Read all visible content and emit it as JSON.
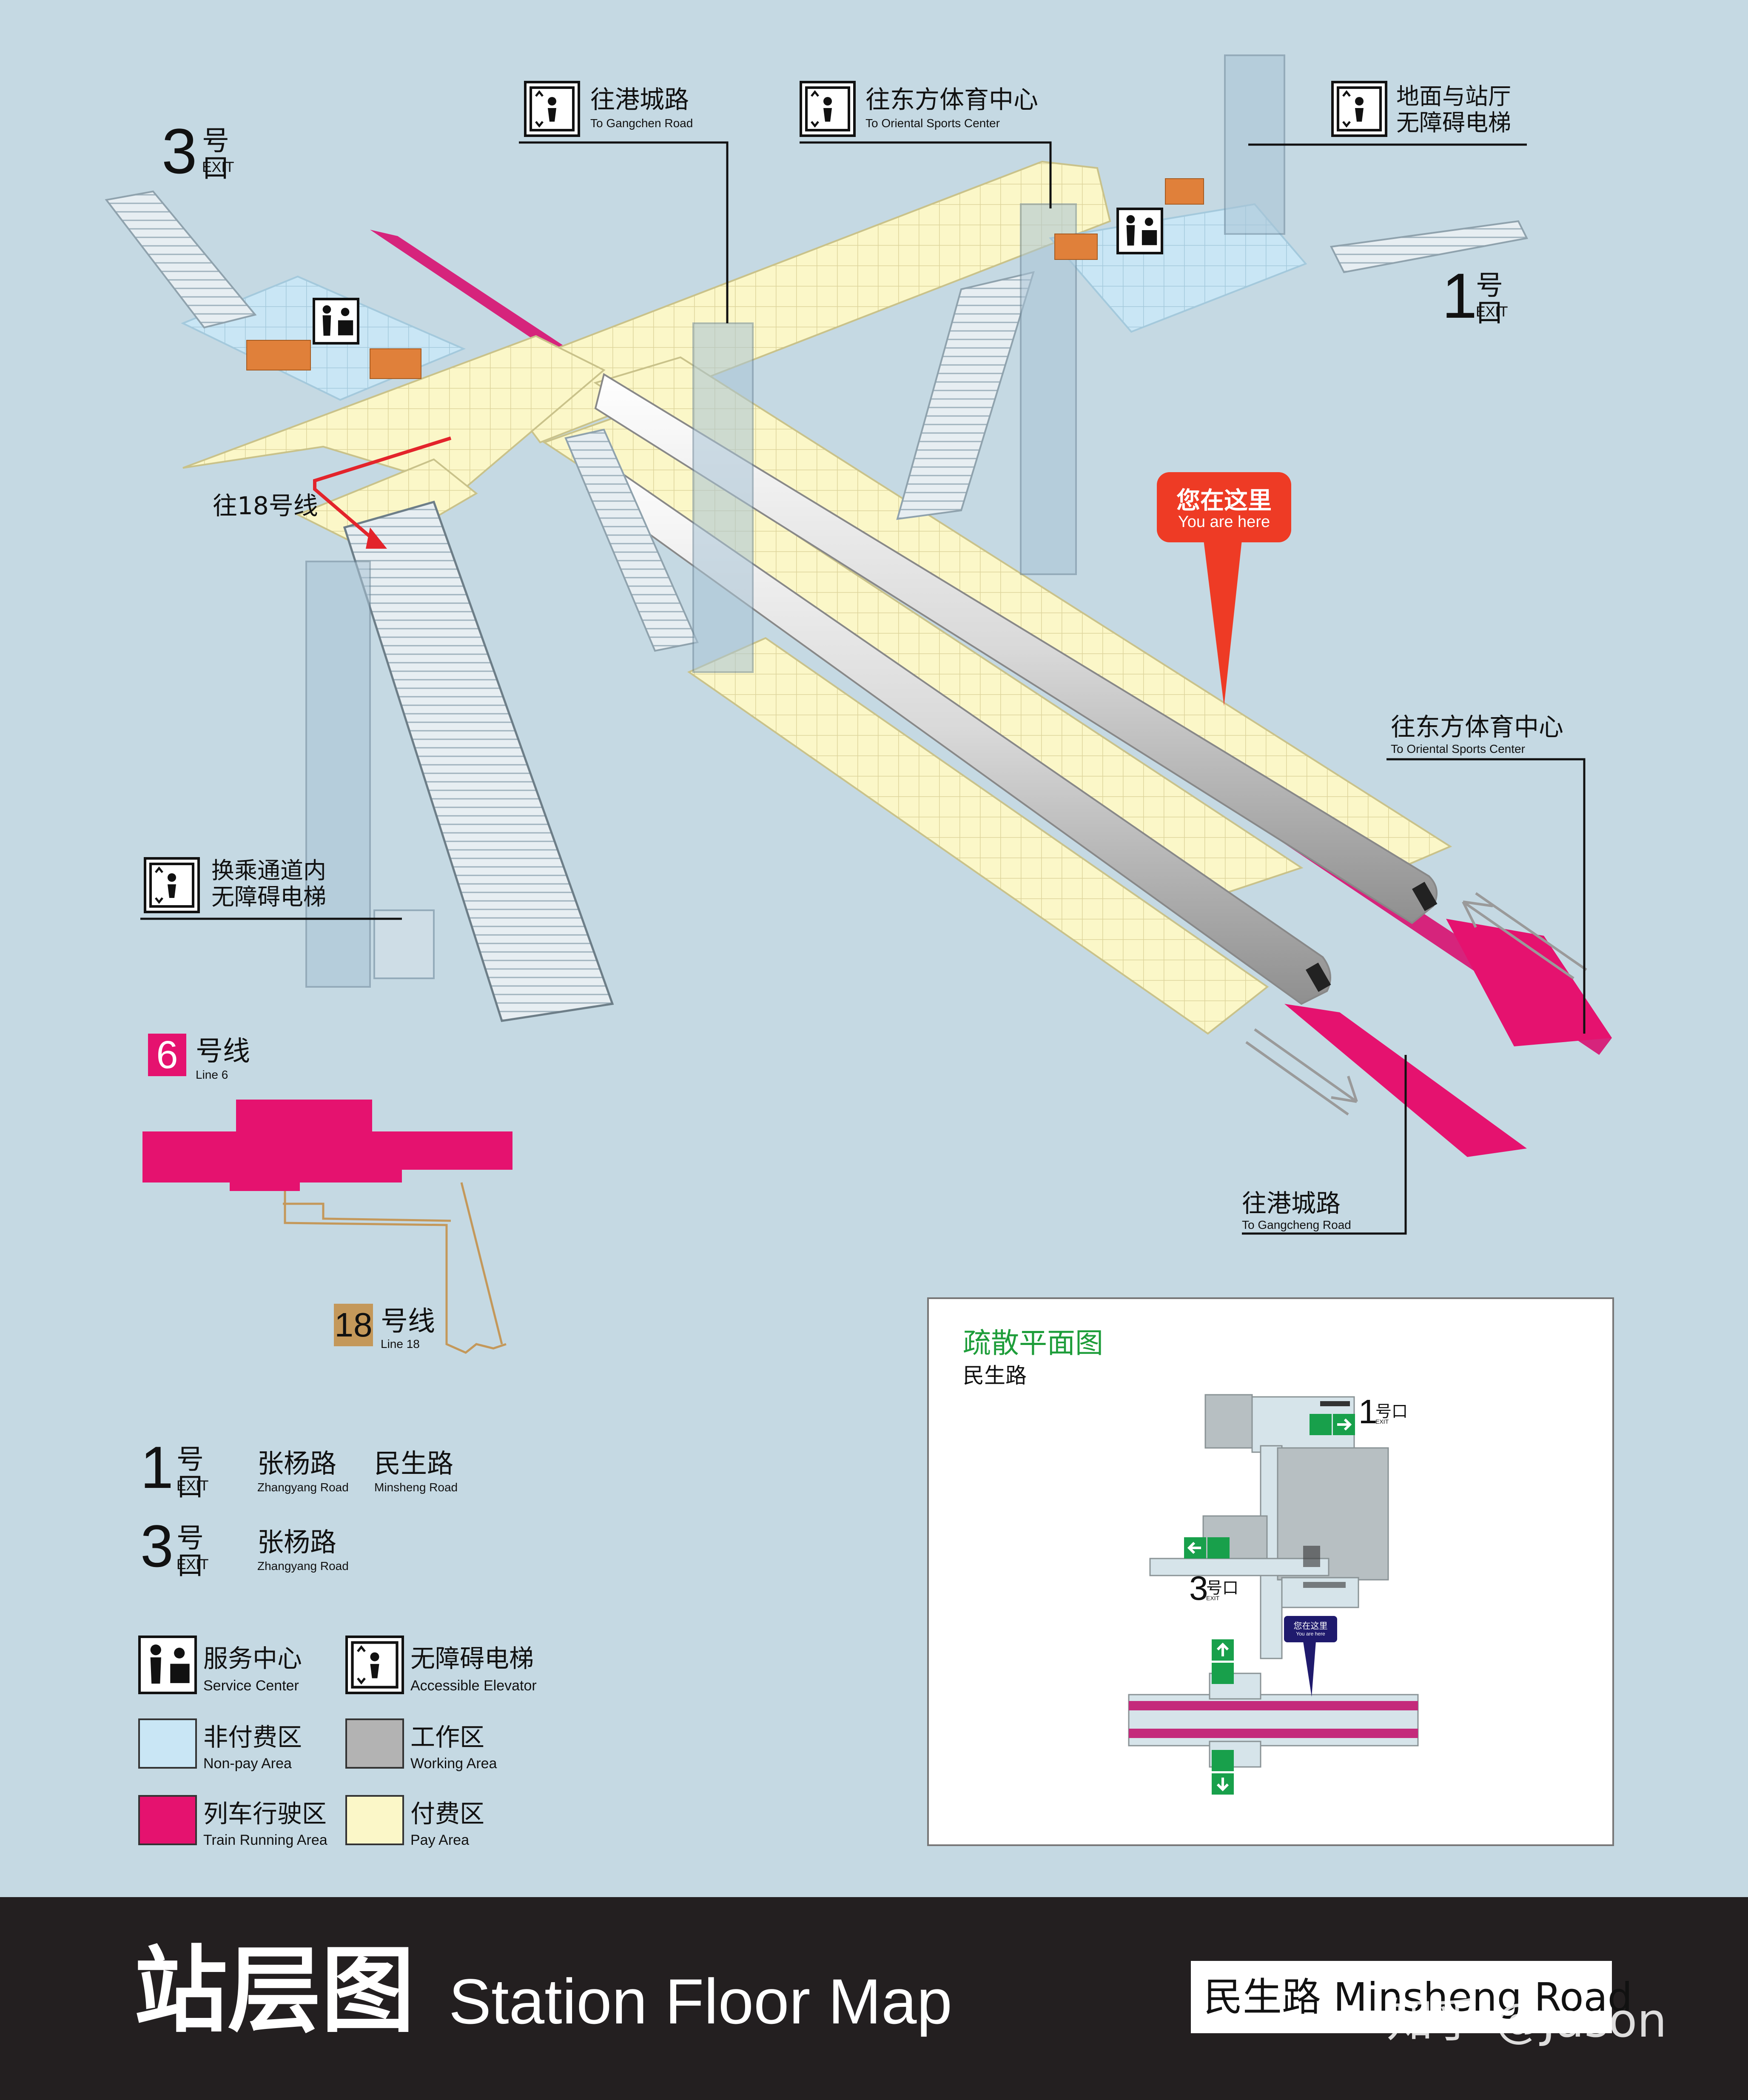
{
  "labels": {
    "exit3": {
      "num": "3",
      "cn": "号口",
      "en": "EXIT"
    },
    "exit1": {
      "num": "1",
      "cn": "号口",
      "en": "EXIT"
    },
    "to_gangcheng_top": {
      "cn": "往港城路",
      "en": "To Gangchen Road"
    },
    "to_oriental_top": {
      "cn": "往东方体育中心",
      "en": "To Oriental Sports Center"
    },
    "ground_elevator": {
      "cn1": "地面与站厅",
      "cn2": "无障碍电梯"
    },
    "to_line18": "往18号线",
    "you_are_here": {
      "cn": "您在这里",
      "en": "You are here"
    },
    "to_oriental_right": {
      "cn": "往东方体育中心",
      "en": "To Oriental Sports Center"
    },
    "transfer_elevator": {
      "cn1": "换乘通道内",
      "cn2": "无障碍电梯"
    },
    "to_gangcheng_bottom": {
      "cn": "往港城路",
      "en": "To Gangcheng Road"
    }
  },
  "lines": {
    "line6": {
      "num": "6",
      "cn": "号线",
      "en": "Line 6",
      "color": "#e5126f"
    },
    "line18": {
      "num": "18",
      "cn": "号线",
      "en": "Line 18",
      "color": "#c4985a"
    }
  },
  "exits_legend": [
    {
      "num": "1",
      "cn": "号口",
      "en": "EXIT",
      "roads": [
        {
          "cn": "张杨路",
          "en": "Zhangyang Road"
        },
        {
          "cn": "民生路",
          "en": "Minsheng Road"
        }
      ]
    },
    {
      "num": "3",
      "cn": "号口",
      "en": "EXIT",
      "roads": [
        {
          "cn": "张杨路",
          "en": "Zhangyang Road"
        }
      ]
    }
  ],
  "legend": {
    "service": {
      "cn": "服务中心",
      "en": "Service Center"
    },
    "elevator": {
      "cn": "无障碍电梯",
      "en": "Accessible Elevator"
    },
    "nonpay": {
      "cn": "非付费区",
      "en": "Non-pay Area",
      "color": "#c9e6f5"
    },
    "working": {
      "cn": "工作区",
      "en": "Working Area",
      "color": "#b3b3b3"
    },
    "train": {
      "cn": "列车行驶区",
      "en": "Train Running Area",
      "color": "#e5126f"
    },
    "pay": {
      "cn": "付费区",
      "en": "Pay Area",
      "color": "#fbf7c8"
    }
  },
  "evac": {
    "title": "疏散平面图",
    "subtitle": "民生路",
    "exit1": {
      "num": "1",
      "cn": "号口",
      "en": "EXIT"
    },
    "exit3": {
      "num": "3",
      "cn": "号口",
      "en": "EXIT"
    },
    "you_here": "您在这里",
    "you_here_en": "You are here"
  },
  "footer": {
    "title_cn": "站层图",
    "title_en": "Station Floor Map",
    "station": "民生路 Minsheng Road",
    "watermark": "知乎 @Jason"
  }
}
